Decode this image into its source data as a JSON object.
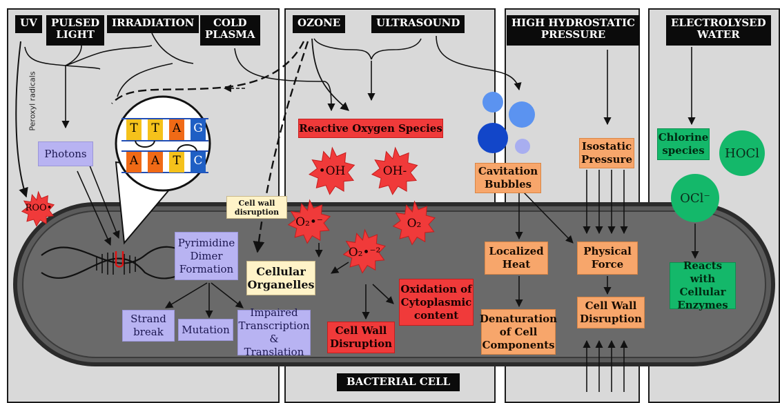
{
  "treatments": {
    "uv": "UV",
    "pulsed_light": "PULSED\nLIGHT",
    "irradiation": "IRRADIATION",
    "cold_plasma": "COLD\nPLASMA",
    "ozone": "OZONE",
    "ultrasound": "ULTRASOUND",
    "high_pressure": "HIGH HYDROSTATIC\nPRESSURE",
    "electrolysed_water": "ELECTROLYSED\nWATER"
  },
  "labels": {
    "peroxyl_radicals": "Peroxyl radicals",
    "photons": "Photons",
    "roo": "ROO•",
    "pyrimidine": "Pyrimidine\nDimer\nFormation",
    "strand_break": "Strand\nbreak",
    "mutation": "Mutation",
    "impaired": "Impaired\nTranscription\n& Translation",
    "cell_wall_disruption_small": "Cell wall\ndisruption",
    "cellular_organelles": "Cellular\nOrganelles",
    "ros": "Reactive Oxygen Species",
    "oh_radical": "•OH",
    "oh_minus": "OH-",
    "o2_radical": "O₂•⁻",
    "o2": "O₂",
    "o2_2": "O₂•⁻²",
    "oxidation": "Oxidation of\nCytoplasmic\ncontent",
    "cell_wall_red": "Cell Wall\nDisruption",
    "cavitation": "Cavitation\nBubbles",
    "localized_heat": "Localized\nHeat",
    "denaturation": "Denaturation\nof Cell\nComponents",
    "isostatic": "Isostatic\nPressure",
    "physical_force": "Physical\nForce",
    "cell_wall_orange": "Cell Wall\nDisruption",
    "chlorine": "Chlorine\nspecies",
    "hocl": "HOCl",
    "ocl": "OCl⁻",
    "reacts": "Reacts with\nCellular\nEnzymes",
    "bacterial_cell": "BACTERIAL CELL"
  },
  "dna_bases": {
    "top": [
      "T",
      "T",
      "A",
      "G"
    ],
    "bottom": [
      "A",
      "A",
      "T",
      "C"
    ]
  },
  "colors": {
    "panel": "#d9d9d9",
    "cell": "#5a5a5a",
    "ros_red": "#f03a3a",
    "orange": "#f7a66b",
    "green": "#14b86a",
    "lavender": "#b8b3f2",
    "base_yellow": "#f5c21b",
    "base_orange": "#f06a16",
    "base_blue": "#1f5fc4"
  }
}
